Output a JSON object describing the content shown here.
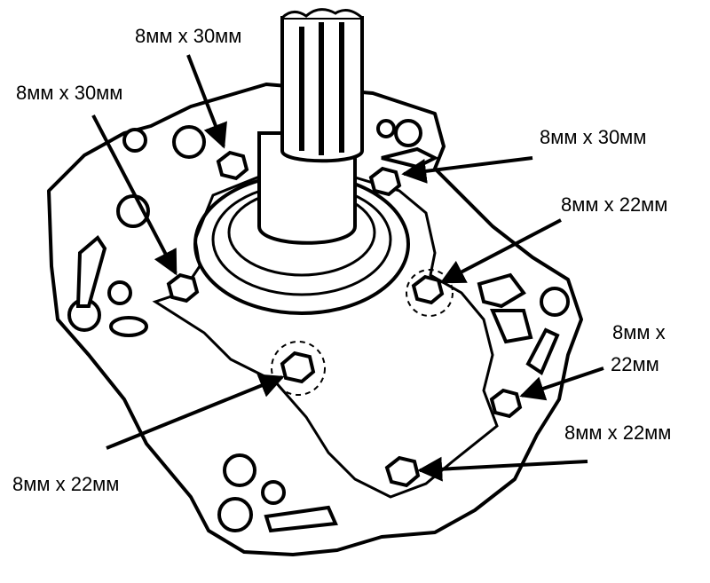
{
  "callouts": [
    {
      "id": "bolt-top",
      "text": "8мм x 30мм"
    },
    {
      "id": "bolt-upper-left",
      "text": "8мм x 30мм"
    },
    {
      "id": "bolt-upper-right",
      "text": "8мм x 30мм"
    },
    {
      "id": "bolt-right",
      "text": "8мм x 22мм"
    },
    {
      "id": "bolt-right-lower",
      "line1": "8мм x",
      "line2": "22мм"
    },
    {
      "id": "bolt-bottom-right",
      "text": "8мм x 22мм"
    },
    {
      "id": "bolt-bottom-left",
      "text": "8мм x 22мм"
    }
  ],
  "colors": {
    "ink": "#000000",
    "paper": "#ffffff"
  }
}
